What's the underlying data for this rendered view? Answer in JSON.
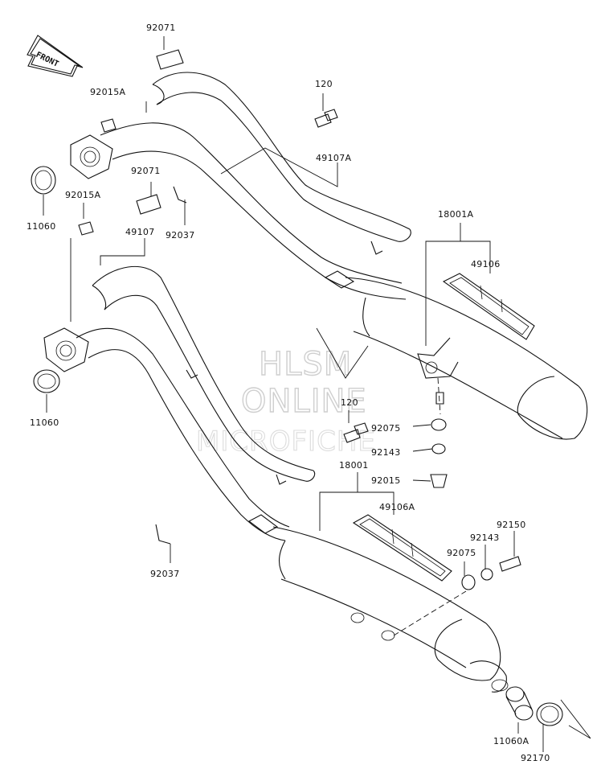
{
  "front_indicator": "FRONT",
  "watermark": {
    "line1": "HLSM",
    "line2": "ONLINE",
    "line3": "MICROFICHE"
  },
  "parts": {
    "p92071_top": "92071",
    "p92015A_top": "92015A",
    "p120_top": "120",
    "p49107A": "49107A",
    "p11060_top": "11060",
    "p92015A_mid": "92015A",
    "p92071_mid": "92071",
    "p92037_top": "92037",
    "p49107": "49107",
    "p18001A": "18001A",
    "p49106": "49106",
    "p11060_mid": "11060",
    "p120_mid": "120",
    "p92075_top": "92075",
    "p92143_top": "92143",
    "p18001": "18001",
    "p92015": "92015",
    "p49106A": "49106A",
    "p92150": "92150",
    "p92143_bot": "92143",
    "p92075_bot": "92075",
    "p92037_bot": "92037",
    "p11060A": "11060A",
    "p92170": "92170"
  }
}
